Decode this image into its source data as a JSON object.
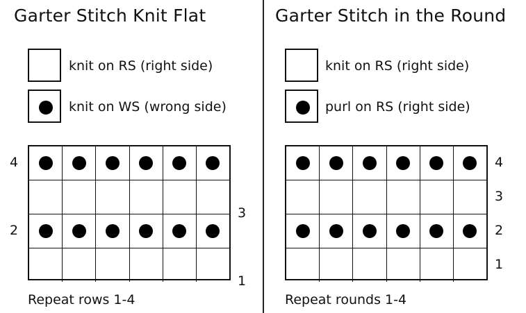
{
  "flat": {
    "title": "Garter Stitch Knit Flat",
    "legend": [
      {
        "symbol": "empty",
        "label": "knit on RS (right side)"
      },
      {
        "symbol": "dot",
        "label": "knit on WS (wrong side)"
      }
    ],
    "rows": [
      {
        "number": "4",
        "side": "left",
        "filled": true
      },
      {
        "number": "3",
        "side": "right",
        "filled": false
      },
      {
        "number": "2",
        "side": "left",
        "filled": true
      },
      {
        "number": "1",
        "side": "right",
        "filled": false
      }
    ],
    "repeat_text": "Repeat rows 1-4"
  },
  "round": {
    "title": "Garter Stitch in the Round",
    "legend": [
      {
        "symbol": "empty",
        "label": "knit on RS (right side)"
      },
      {
        "symbol": "dot",
        "label": "purl on RS (right side)"
      }
    ],
    "rows": [
      {
        "number": "4",
        "side": "right",
        "filled": true
      },
      {
        "number": "3",
        "side": "right",
        "filled": false
      },
      {
        "number": "2",
        "side": "right",
        "filled": true
      },
      {
        "number": "1",
        "side": "right",
        "filled": false
      }
    ],
    "repeat_text": "Repeat rounds 1-4"
  },
  "grid": {
    "columns": 6,
    "rows": 4
  }
}
